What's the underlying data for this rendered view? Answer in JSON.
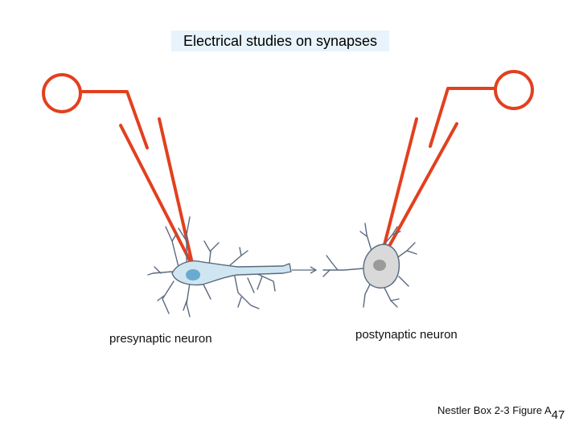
{
  "title": "Electrical studies on synapses",
  "labels": {
    "presynaptic": "presynaptic neuron",
    "postsynaptic": "postynaptic neuron"
  },
  "footer": {
    "source": "Nestler Box 2-3 Figure A",
    "page_number": "47"
  },
  "colors": {
    "electrode": "#e2401f",
    "presynaptic_neuron_fill": "#cfe6f1",
    "postsynaptic_neuron_fill": "#d9d9d9",
    "neuron_outline": "#5a6a80",
    "title_background": "#e8f3fb"
  }
}
